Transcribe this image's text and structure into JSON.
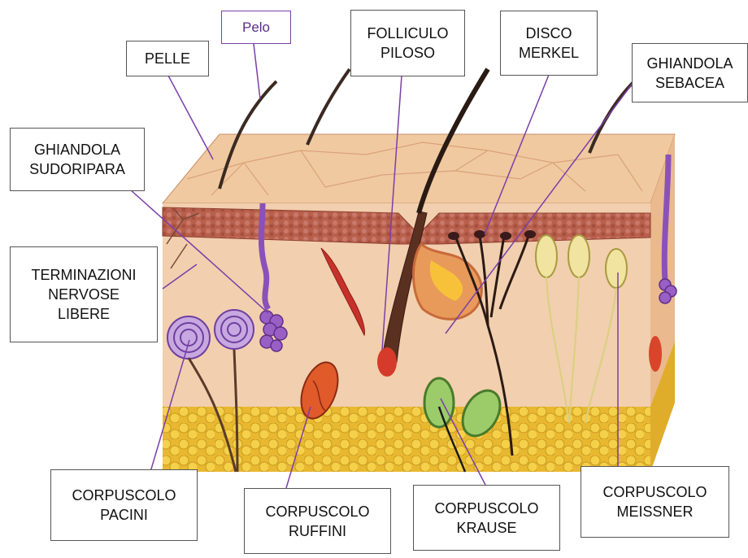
{
  "labels": {
    "pelle": "PELLE",
    "pelo": "Pelo",
    "follicolo": "FOLLICULO\nPILOSO",
    "merkel": "DISCO\nMERKEL",
    "sebacea": "GHIANDOLA\nSEBACEA",
    "sudoripara": "GHIANDOLA\nSUDORIPARA",
    "terminazioni": "TERMINAZIONI\nNERVOSE\nLIBERE",
    "pacini": "CORPUSCOLO\nPACINI",
    "ruffini": "CORPUSCOLO\nRUFFINI",
    "krause": "CORPUSCOLO\nKRAUSE",
    "meissner": "CORPUSCOLO\nMEISSNER"
  },
  "colors": {
    "skin_top": "#f0c9a0",
    "skin_front": "#f2cfae",
    "epidermis_band": "#b85c4a",
    "fat": "#f2c63a",
    "leader_line": "#7a3fa8"
  }
}
